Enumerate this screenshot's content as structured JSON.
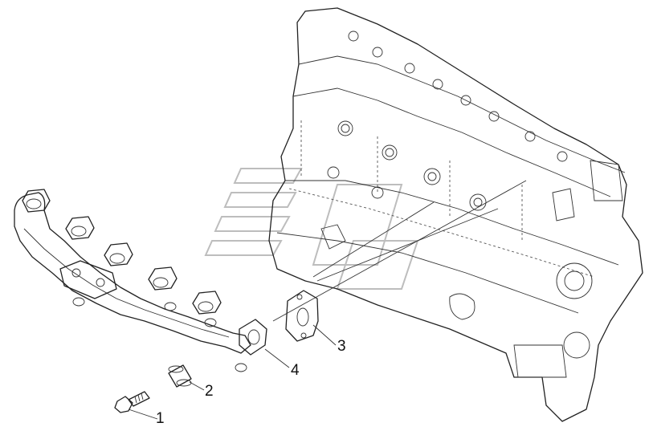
{
  "diagram": {
    "callouts": [
      {
        "id": "1",
        "label": "1",
        "part": "bolt"
      },
      {
        "id": "2",
        "label": "2",
        "part": "spacer-sleeve"
      },
      {
        "id": "3",
        "label": "3",
        "part": "gasket"
      },
      {
        "id": "4",
        "label": "4",
        "part": "exhaust-manifold"
      }
    ],
    "colors": {
      "line": "#222222",
      "watermark": "#bdbdbd",
      "background": "#ffffff"
    }
  }
}
